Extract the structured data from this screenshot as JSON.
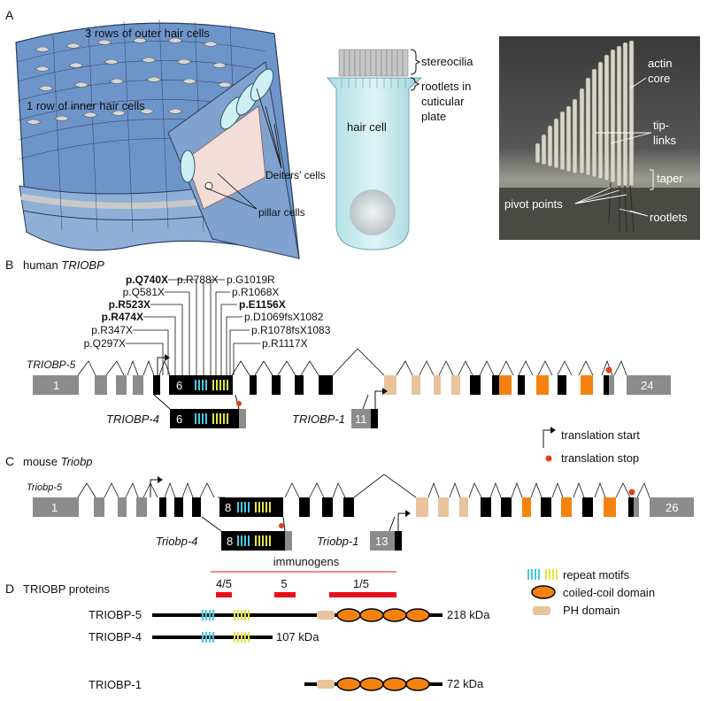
{
  "panel_a": {
    "letter": "A",
    "cochlea": {
      "outer_rows": "3 rows of outer hair cells",
      "inner_row": "1 row of inner hair cells",
      "deiters": "Deiters’ cells",
      "pillar": "pillar cells"
    },
    "hair_cell": {
      "stereocilia": "stereocilia",
      "rootlets_line1": "rootlets in",
      "rootlets_line2": "cuticular",
      "rootlets_line3": "plate",
      "cell": "hair cell"
    },
    "micrograph": {
      "actin_line1": "actin",
      "actin_line2": "core",
      "tip_line1": "tip-",
      "tip_line2": "links",
      "taper": "taper",
      "pivot": "pivot points",
      "rootlets": "rootlets"
    }
  },
  "panel_b": {
    "letter": "B",
    "title_plain": "human ",
    "title_gene": "TRIOBP",
    "isoform5": "TRIOBP-5",
    "isoform4": "TRIOBP-4",
    "isoform1": "TRIOBP-1",
    "exon_first": "1",
    "exon_6": "6",
    "exon_last": "24",
    "exon_11": "11",
    "mutations_left": [
      "p.Q740X",
      "p.Q581X",
      "p.R523X",
      "p.R474X",
      "p.R347X",
      "p.Q297X"
    ],
    "mutations_right": [
      "p.R788X",
      "p.G1019R",
      "p.R1068X",
      "p.E1156X",
      "p.D1069fsX1082",
      "p.R1078fsX1083",
      "p.R1117X"
    ]
  },
  "legend_mid": {
    "translation_start": "translation start",
    "translation_stop": "translation stop"
  },
  "panel_c": {
    "letter": "C",
    "title_plain": "mouse ",
    "title_gene": "Triobp",
    "isoform5": "Triobp-5",
    "isoform4": "Triobp-4",
    "isoform1": "Triobp-1",
    "exon_first": "1",
    "exon_8": "8",
    "exon_last": "26",
    "exon_13": "13"
  },
  "panel_d": {
    "letter": "D",
    "title": "TRIOBP proteins",
    "immunogens": "immunogens",
    "imm_labels": [
      "4/5",
      "5",
      "1/5"
    ],
    "proteins": [
      {
        "name": "TRIOBP-5",
        "size": "218 kDa"
      },
      {
        "name": "TRIOBP-4",
        "size": "107 kDa"
      },
      {
        "name": "TRIOBP-1",
        "size": "72 kDa"
      }
    ],
    "legend": {
      "repeat": "repeat motifs",
      "coiled": "coiled-coil domain",
      "ph": "PH domain"
    }
  },
  "colors": {
    "cochlea_blue": "#6d95c9",
    "exon_gray": "#8c8c8c",
    "exon_black": "#000000",
    "exon_tan": "#e8c39c",
    "exon_orange": "#f5820f",
    "repeat_cyan": "#46c7e6",
    "repeat_yellow": "#e6e640",
    "stop_red": "#e2401c",
    "immunogen_red": "#e8101a"
  }
}
